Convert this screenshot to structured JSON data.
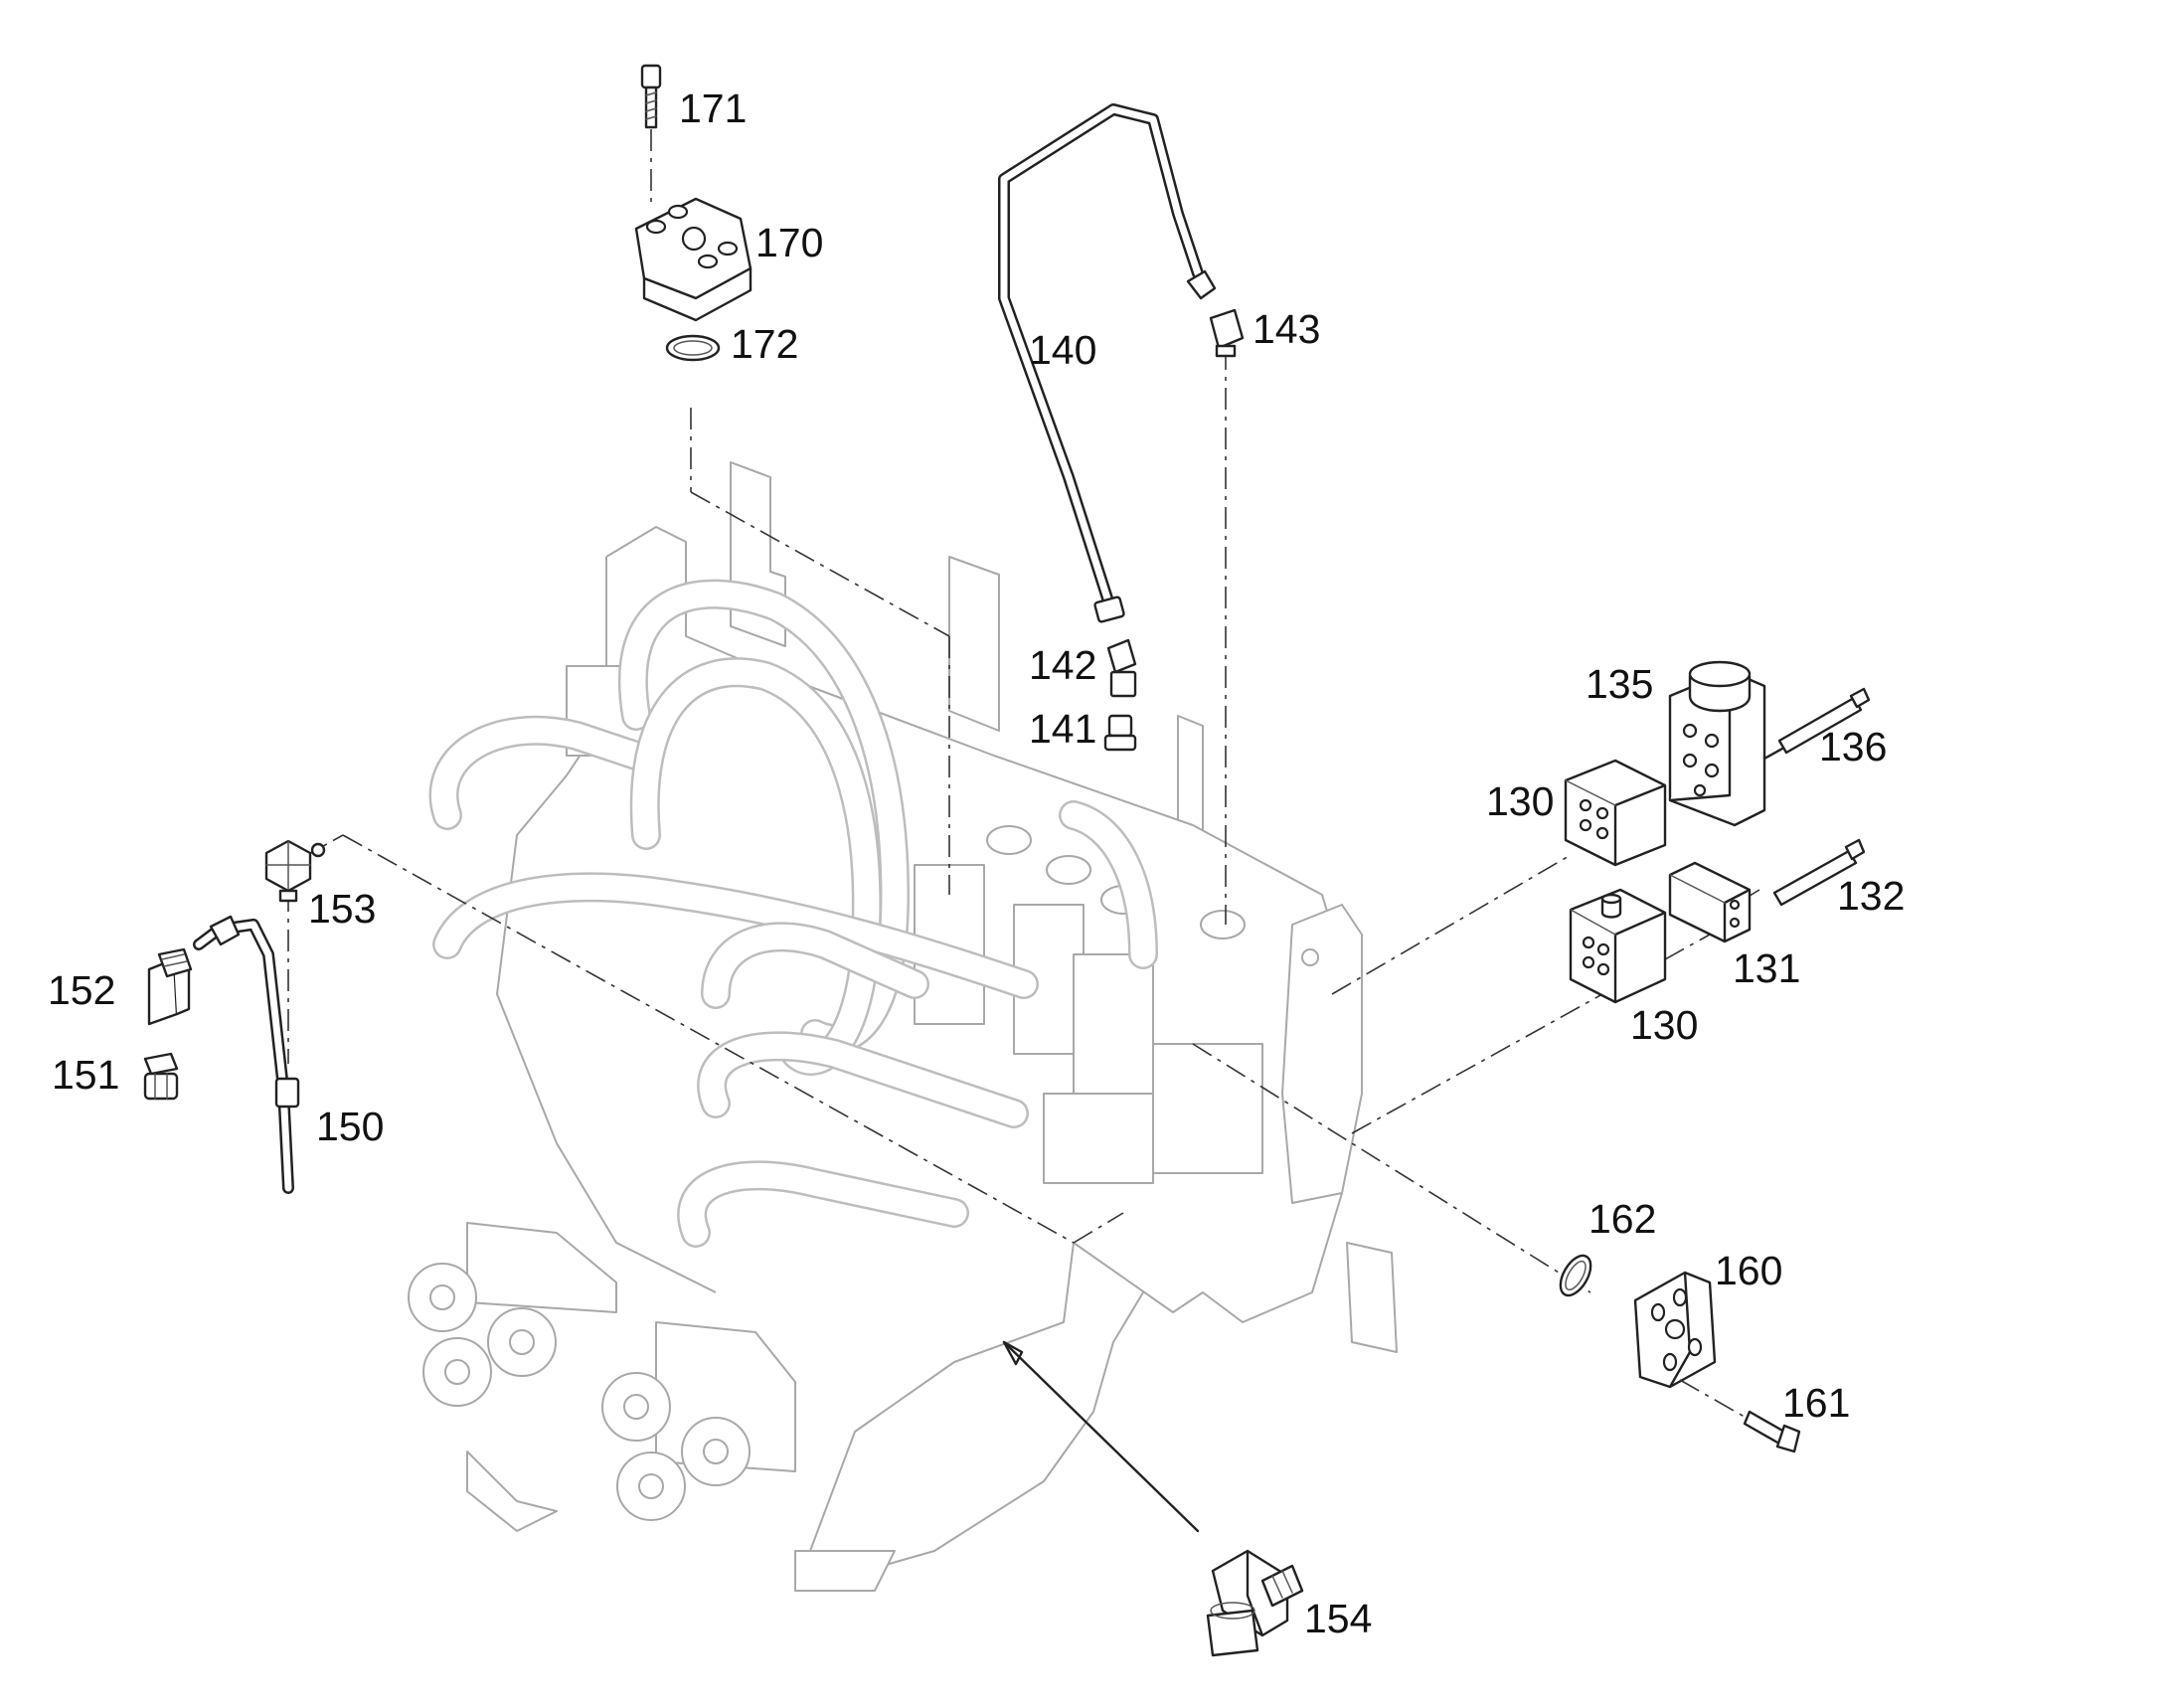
{
  "diagram": {
    "type": "exploded parts diagram",
    "style": "monochrome line art",
    "colors": {
      "line": "#222222",
      "background_part": "#a8a8a8",
      "background": "#ffffff"
    }
  },
  "callouts": {
    "c171": "171",
    "c170": "170",
    "c172": "172",
    "c140": "140",
    "c143": "143",
    "c142": "142",
    "c141": "141",
    "c135": "135",
    "c136": "136",
    "c130a": "130",
    "c132": "132",
    "c131": "131",
    "c130b": "130",
    "c153": "153",
    "c152": "152",
    "c151": "151",
    "c150": "150",
    "c162": "162",
    "c160": "160",
    "c161": "161",
    "c154": "154"
  }
}
